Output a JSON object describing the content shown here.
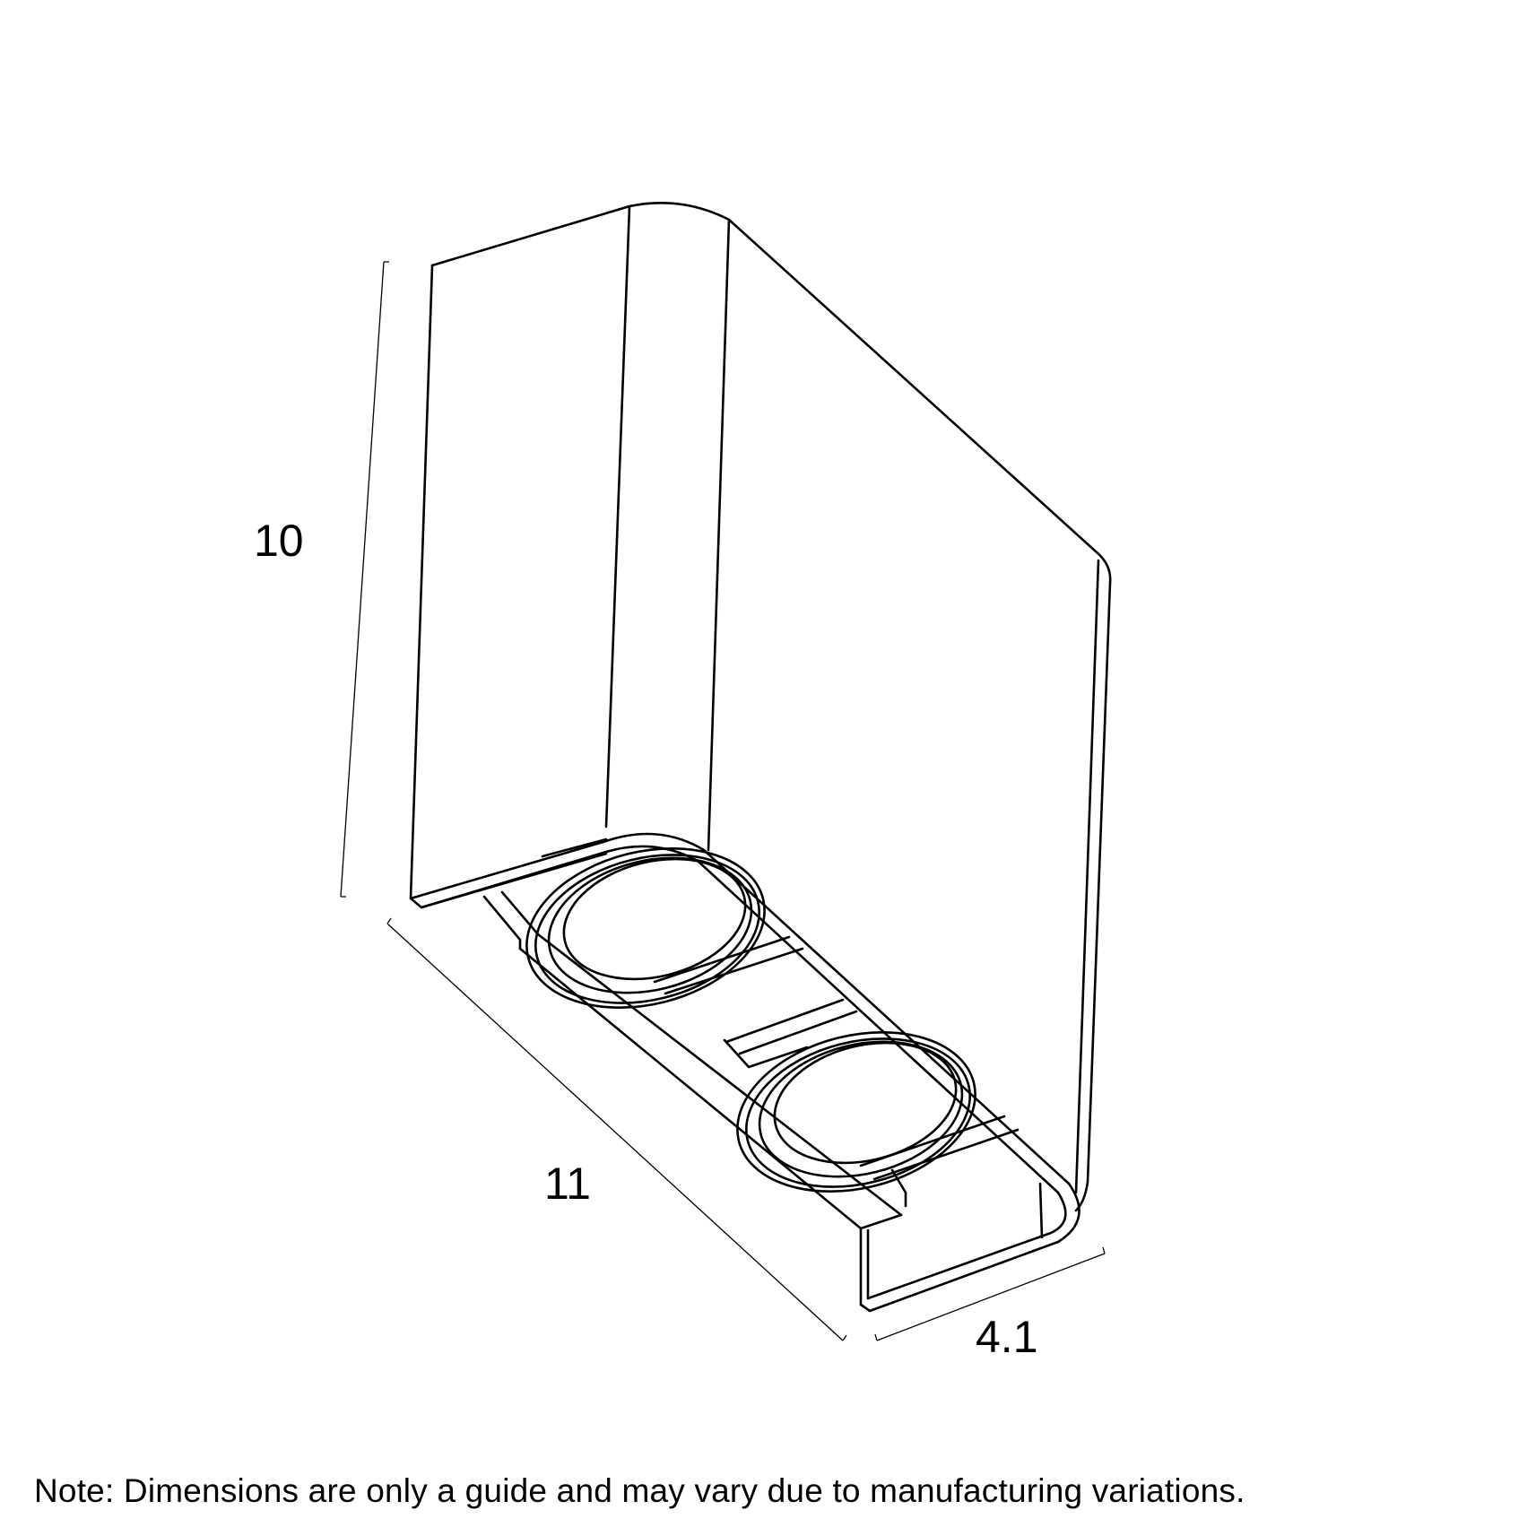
{
  "dimensions": {
    "height": "10",
    "length": "11",
    "depth": "4.1"
  },
  "note": "Note: Dimensions are only a guide and may vary due to manufacturing variations.",
  "colors": {
    "line": "#000000",
    "background": "#ffffff"
  }
}
